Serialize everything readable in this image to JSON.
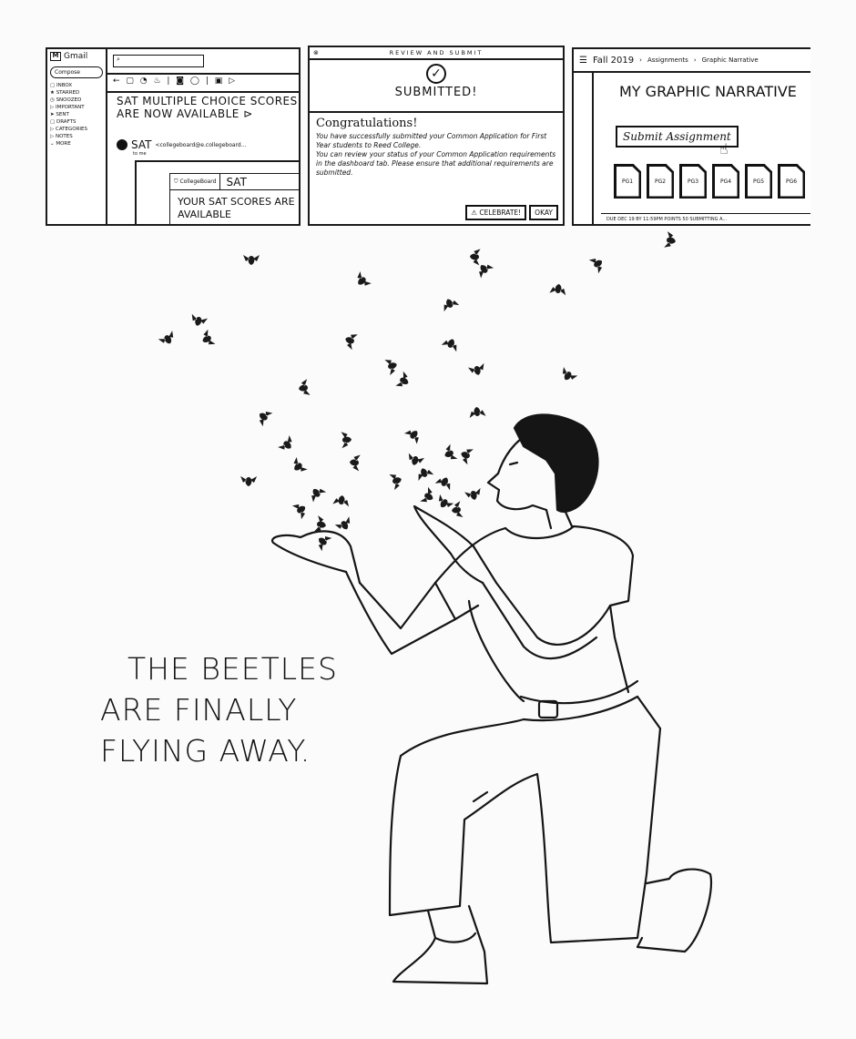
{
  "panels": {
    "gmail": {
      "app_name": "Gmail",
      "search_icon": "search-icon",
      "compose": "Compose",
      "nav": [
        "Inbox",
        "Starred",
        "Snoozed",
        "Important",
        "Sent",
        "Drafts",
        "Categories",
        "Notes",
        "More"
      ],
      "toolbar_icons": "← ▢ ◔ ♨ | ◙ ◯ | ▣ ▷",
      "subject": "SAT Multiple Choice Scores Are Now Available ⊳",
      "sender": "SAT",
      "sender_email": "<collegeboard@e.collegeboard...",
      "to": "to me",
      "card_brand": "CollegeBoard",
      "card_title": "SAT",
      "card_message": "Your SAT scores are available"
    },
    "review": {
      "title": "Review and Submit",
      "close": "⊗",
      "status": "SUBMITTED!",
      "heading": "Congratulations!",
      "paragraph1": "You have successfully submitted your Common Application for First Year students to Reed College.",
      "paragraph2": "You can review your status of your Common Application requirements in the dashboard tab. Please ensure that additional requirements are submitted.",
      "celebrate_button": "⚠ Celebrate!",
      "okay_button": "Okay"
    },
    "canvas": {
      "breadcrumb": [
        "Fall 2019",
        "Assignments",
        "Graphic Narrative"
      ],
      "title": "My Graphic Narrative",
      "submit_button": "Submit Assignment",
      "files": [
        "PG1",
        "PG2",
        "PG3",
        "PG4",
        "PG5",
        "PG6"
      ],
      "footer": "Due Dec 19 by 11:59pm   Points 50   Submitting a..."
    }
  },
  "caption": [
    "The Beetles",
    "Are Finally",
    "Flying Away."
  ]
}
